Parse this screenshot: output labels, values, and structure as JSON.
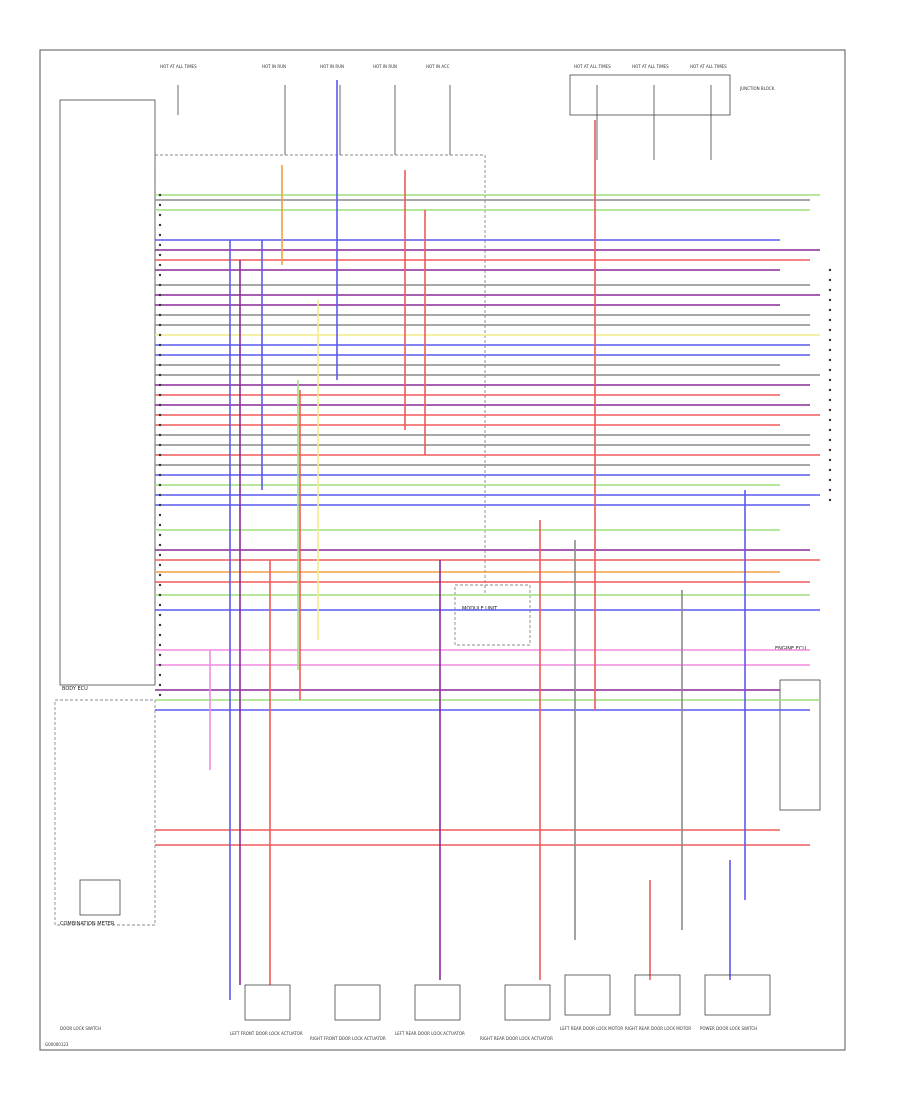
{
  "diagram": {
    "footer_code": "G00000123",
    "module_left": "BODY ECU",
    "module_right": "ENGINE ECU",
    "combination_meter": "COMBINATION METER",
    "module_center": "MODULE UNIT",
    "junction_box": "JUNCTION BLOCK",
    "fuse_labels": [
      "HOT AT ALL TIMES",
      "HOT IN RUN",
      "HOT IN RUN",
      "HOT IN RUN",
      "HOT IN ACC",
      "HOT AT ALL TIMES",
      "HOT AT ALL TIMES",
      "HOT AT ALL TIMES"
    ],
    "bottom_labels": [
      "DOOR LOCK SWITCH",
      "LEFT FRONT DOOR LOCK ACTUATOR",
      "RIGHT FRONT DOOR LOCK ACTUATOR",
      "LEFT REAR DOOR LOCK ACTUATOR",
      "RIGHT REAR DOOR LOCK ACTUATOR",
      "LEFT REAR DOOR LOCK MOTOR",
      "RIGHT REAR DOOR LOCK MOTOR",
      "POWER DOOR LOCK SWITCH"
    ]
  },
  "colors": {
    "blue": "#5a5af0",
    "red": "#f05a5a",
    "green": "#9ee07a",
    "yellow": "#f2ec8c",
    "purple": "#8a2a9a",
    "orange": "#f0a040",
    "pink": "#f08ce0",
    "gray": "#8a8a8a",
    "dark": "#333333"
  }
}
